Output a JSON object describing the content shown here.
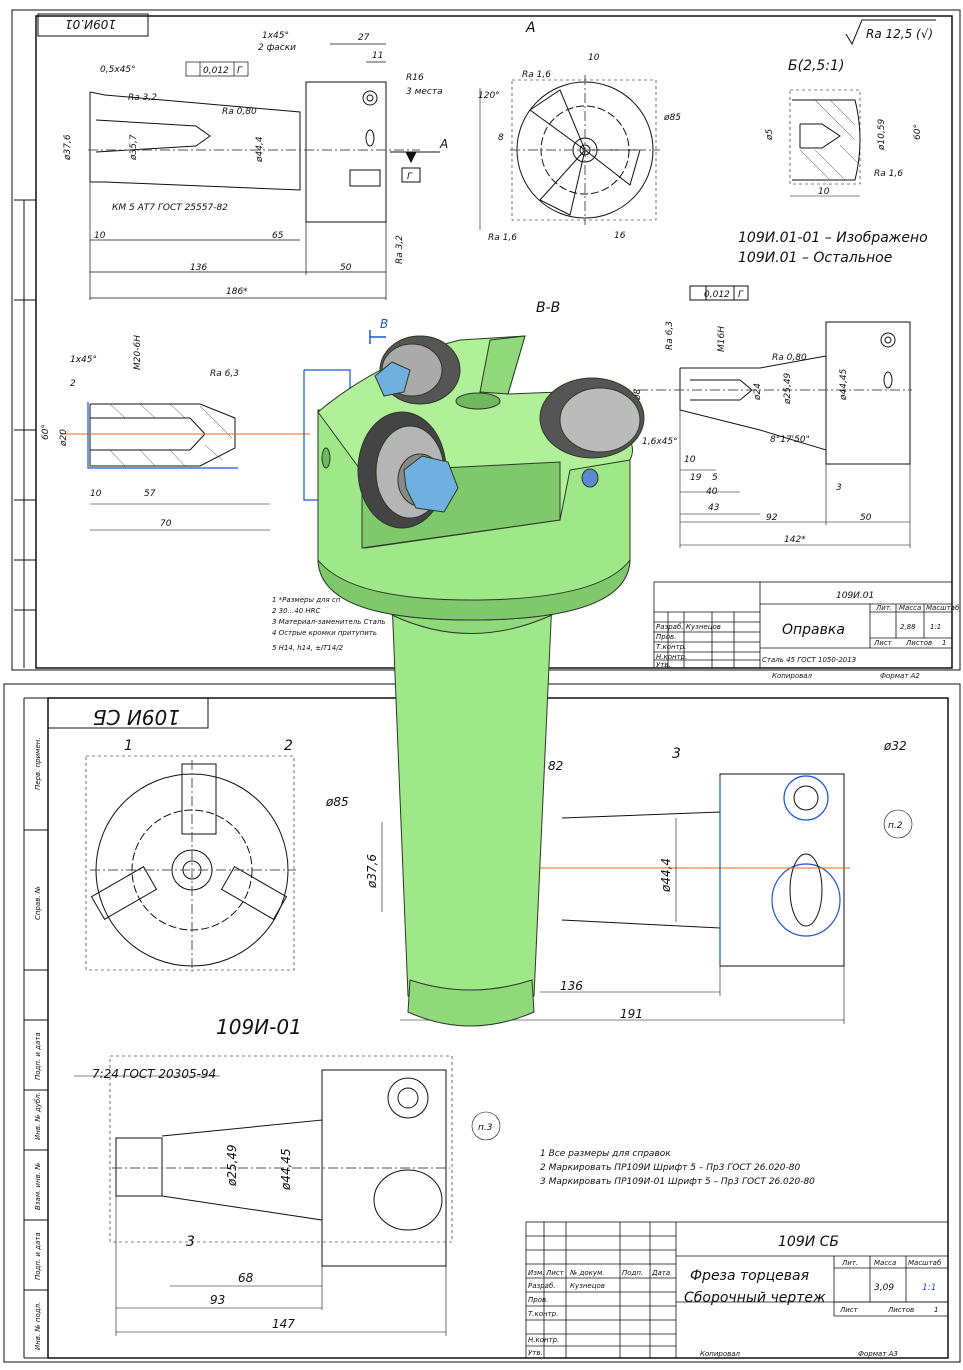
{
  "colors": {
    "model_green": "#9fe88a",
    "model_shadow": "#7fc86c",
    "dim_blue": "#1a55d6",
    "axis_orange": "#e86b1a",
    "line": "#111111"
  },
  "sheet1": {
    "stamp": "109И.01",
    "roughness_general": "Ra 12,5 (√)",
    "dims": {
      "chamfer1": "1х45°",
      "chamfer_note": "2 фаски",
      "d27": "27",
      "d11": "11",
      "r16": "R16",
      "places3": "3 места",
      "tol": "0,012",
      "datum_g": "Г",
      "ra32": "Ra 3,2",
      "ra080": "Ra 0,80",
      "chamfer05": "0,5х45°",
      "d376": "ø37,6",
      "d357": "ø35,7",
      "d444": "ø44,4",
      "km": "КМ 5 АТ7 ГОСТ 25557-82",
      "d10": "10",
      "d65": "65",
      "d136": "136",
      "d50": "50",
      "d186": "186*",
      "ra32v": "Ra 3,2"
    },
    "view_a": {
      "label": "А",
      "arrow": "А",
      "ra16a": "Ra 1,6",
      "ra16b": "Ra 1,6",
      "d85": "ø85",
      "d10": "10",
      "a120": "120°",
      "d16": "16",
      "d8": "8"
    },
    "detail_b": {
      "label": "Б(2,5:1)",
      "d5": "ø5",
      "d10": "10",
      "d1059": "ø10,59",
      "a60": "60°",
      "ra16": "Ra 1,6"
    },
    "variants": {
      "line1": "109И.01-01 – Изображено",
      "line2": "109И.01 – Остальное"
    },
    "section_bb": {
      "label": "В-В",
      "marker": "В"
    },
    "left_section": {
      "chamfer": "1х45°",
      "m20": "M20-6H",
      "ra63": "Ra 6,3",
      "d2": "2",
      "a60": "60°",
      "d20": "ø20",
      "d10": "10",
      "d57": "57",
      "d70": "70"
    },
    "right_view": {
      "tol": "0,012",
      "datum": "Г",
      "ra63": "Ra 6,3",
      "m16": "M16H",
      "ra080": "Ra 0,80",
      "d8": "ø8",
      "d24": "ø24",
      "d2549": "ø25,49",
      "d4445": "ø44,45",
      "taper": "8°17'50\"",
      "chamfer": "1,6х45°",
      "d10": "10",
      "d19": "19",
      "d5": "5",
      "d40": "40",
      "d43": "43",
      "d3": "3",
      "d92": "92",
      "d50": "50",
      "d142": "142*"
    },
    "notes": [
      "1 *Размеры для сп",
      "2 30...40 HRC",
      "3 Материал-заменитель Сталь",
      "4 Острые кромки притупить",
      "5 H14, h14, ±IT14/2"
    ],
    "title_block": {
      "designation": "109И.01",
      "name": "Оправка",
      "material": "Сталь 45  ГОСТ 1050-2013",
      "mass": "2,88",
      "scale": "1:1",
      "lit_h": "Лит.",
      "mass_h": "Масса",
      "scale_h": "Масштаб",
      "sheet_h": "Лист",
      "sheets_h": "Листов",
      "sheets": "1",
      "copied": "Копировал",
      "format": "Формат  А2",
      "developer": "Разраб.",
      "dev_name": "Кузнецов",
      "check": "Пров.",
      "tcontrol": "Т.контр.",
      "ncontrol": "Н.контр.",
      "approved": "Утв."
    }
  },
  "sheet2": {
    "stamp": "109И СБ",
    "callouts": [
      "1",
      "2",
      "3"
    ],
    "d85": "ø85",
    "d32": "ø32",
    "pos2": "п.2",
    "pos3": "п.3",
    "d376": "ø37,6",
    "d444": "ø44,4",
    "d82": "82",
    "d136": "136",
    "d191": "191",
    "variant_title": "109И-01",
    "taper_note": "7:24 ГОСТ 20305-94",
    "d2549": "ø25,49",
    "d4445": "ø44,45",
    "d68": "68",
    "d93": "93",
    "d147": "147",
    "notes": [
      "1  Все размеры для справок",
      "2  Маркировать  ПР109И  Шрифт 5 – Пр3 ГОСТ 26.020-80",
      "3  Маркировать  ПР109И-01  Шрифт 5 – Пр3 ГОСТ 26.020-80"
    ],
    "title_block": {
      "designation": "109И СБ",
      "name1": "Фреза торцевая",
      "name2": "Сборочный чертеж",
      "mass": "3,09",
      "scale": "1:1",
      "lit_h": "Лит.",
      "mass_h": "Масса",
      "scale_h": "Масштаб",
      "sheet_h": "Лист",
      "sheets_h": "Листов",
      "sheets": "1",
      "copied": "Копировал",
      "format": "Формат  А3",
      "izm": "Изм.",
      "list": "Лист",
      "doc": "№ докум.",
      "sign": "Подп.",
      "date": "Дата",
      "developer": "Разраб.",
      "dev_name": "Кузнецов",
      "check": "Пров.",
      "tcontrol": "Т.контр.",
      "ncontrol": "Н.контр.",
      "approved": "Утв."
    },
    "side_labels": [
      "Перв. примен.",
      "Справ. №",
      "Подп. и дата",
      "Инв. № дубл.",
      "Взам. инв. №",
      "Подп. и дата",
      "Инв. № подл."
    ]
  }
}
